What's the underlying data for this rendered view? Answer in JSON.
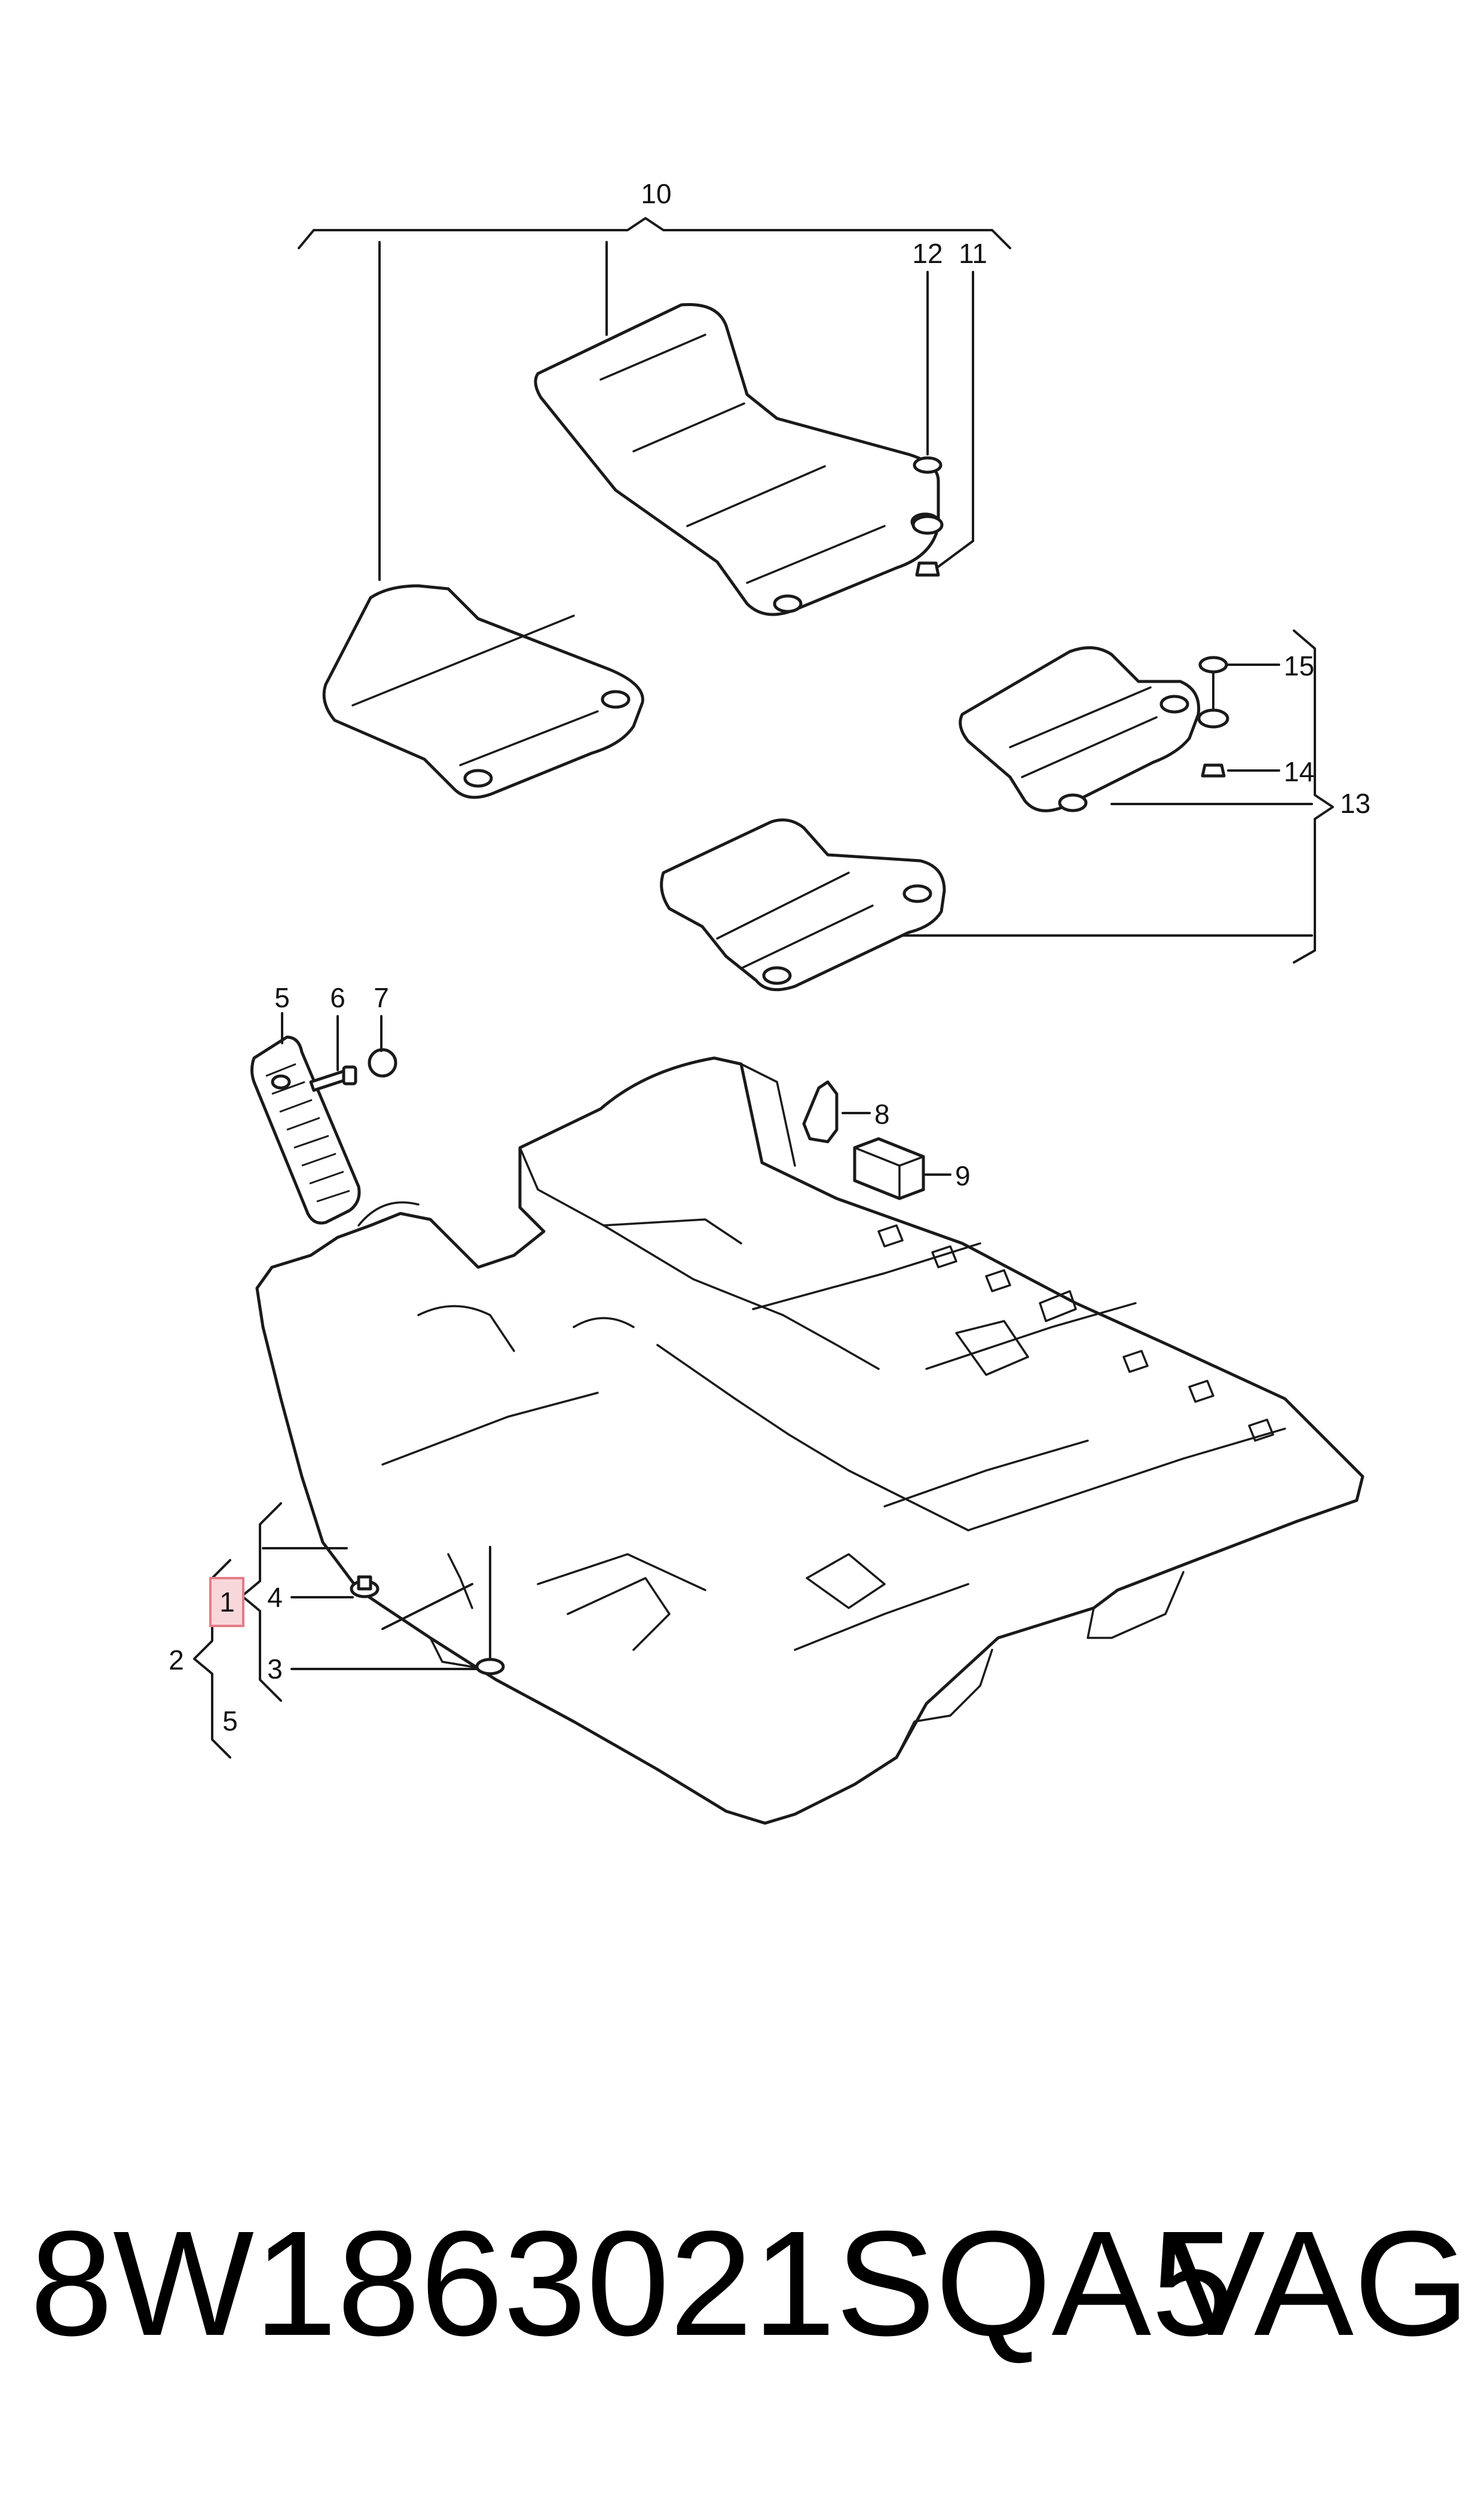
{
  "diagram": {
    "callouts": {
      "c1": "1",
      "c2": "2",
      "c3": "3",
      "c4": "4",
      "c5a": "5",
      "c5b": "5",
      "c6": "6",
      "c7": "7",
      "c8": "8",
      "c9": "9",
      "c10": "10",
      "c11": "11",
      "c12": "12",
      "c13": "13",
      "c14": "14",
      "c15": "15"
    },
    "highlighted_callout": "1",
    "highlight_color": "#f8d7da"
  },
  "footer": {
    "part_number": "8W1863021SQA5",
    "brand": "VAG"
  }
}
